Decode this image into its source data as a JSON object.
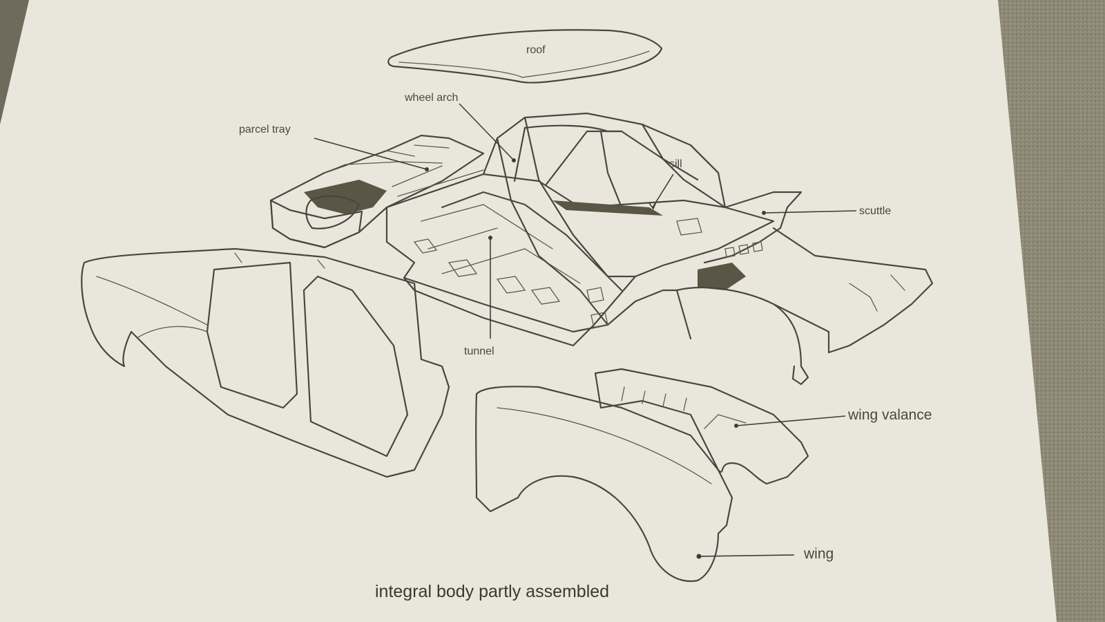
{
  "labels": {
    "roof": "roof",
    "wheel_arch": "wheel arch",
    "parcel_tray": "parcel tray",
    "sill": "sill",
    "scuttle": "scuttle",
    "tunnel": "tunnel",
    "wing_valance": "wing valance",
    "wing": "wing"
  },
  "caption": "integral body partly assembled",
  "colors": {
    "paper": "#e9e7dc",
    "ink": "#4a463f",
    "carpet": "#8f8a77"
  }
}
